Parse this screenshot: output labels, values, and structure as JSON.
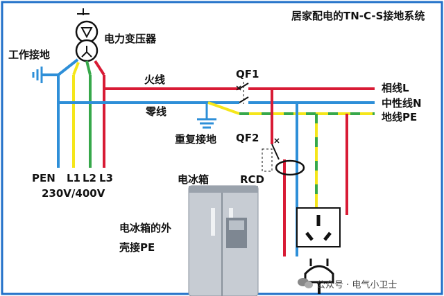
{
  "title": "居家配电的TN-C-S接地系统",
  "labels": {
    "transformer": "电力变压器",
    "work_ground": "工作接地",
    "live_wire": "火线",
    "neutral_wire": "零线",
    "qf1": "QF1",
    "qf2": "QF2",
    "repeat_ground": "重复接地",
    "rcd": "RCD",
    "phase_l": "相线L",
    "neutral_n": "中性线N",
    "ground_pe": "地线PE",
    "pen": "PEN",
    "l1": "L1",
    "l2": "L2",
    "l3": "L3",
    "voltage": "230V/400V",
    "fridge": "电冰箱",
    "fridge_note_1": "电冰箱的外",
    "fridge_note_2": "壳接PE"
  },
  "watermark": "公众号 · 电气小卫士",
  "colors": {
    "phase": "#d81b35",
    "neutral": "#2e8fd8",
    "pe": "#f5e61a",
    "pe_stripe": "#37a84a",
    "frame": "#1e6fc8",
    "device": "#111111"
  }
}
